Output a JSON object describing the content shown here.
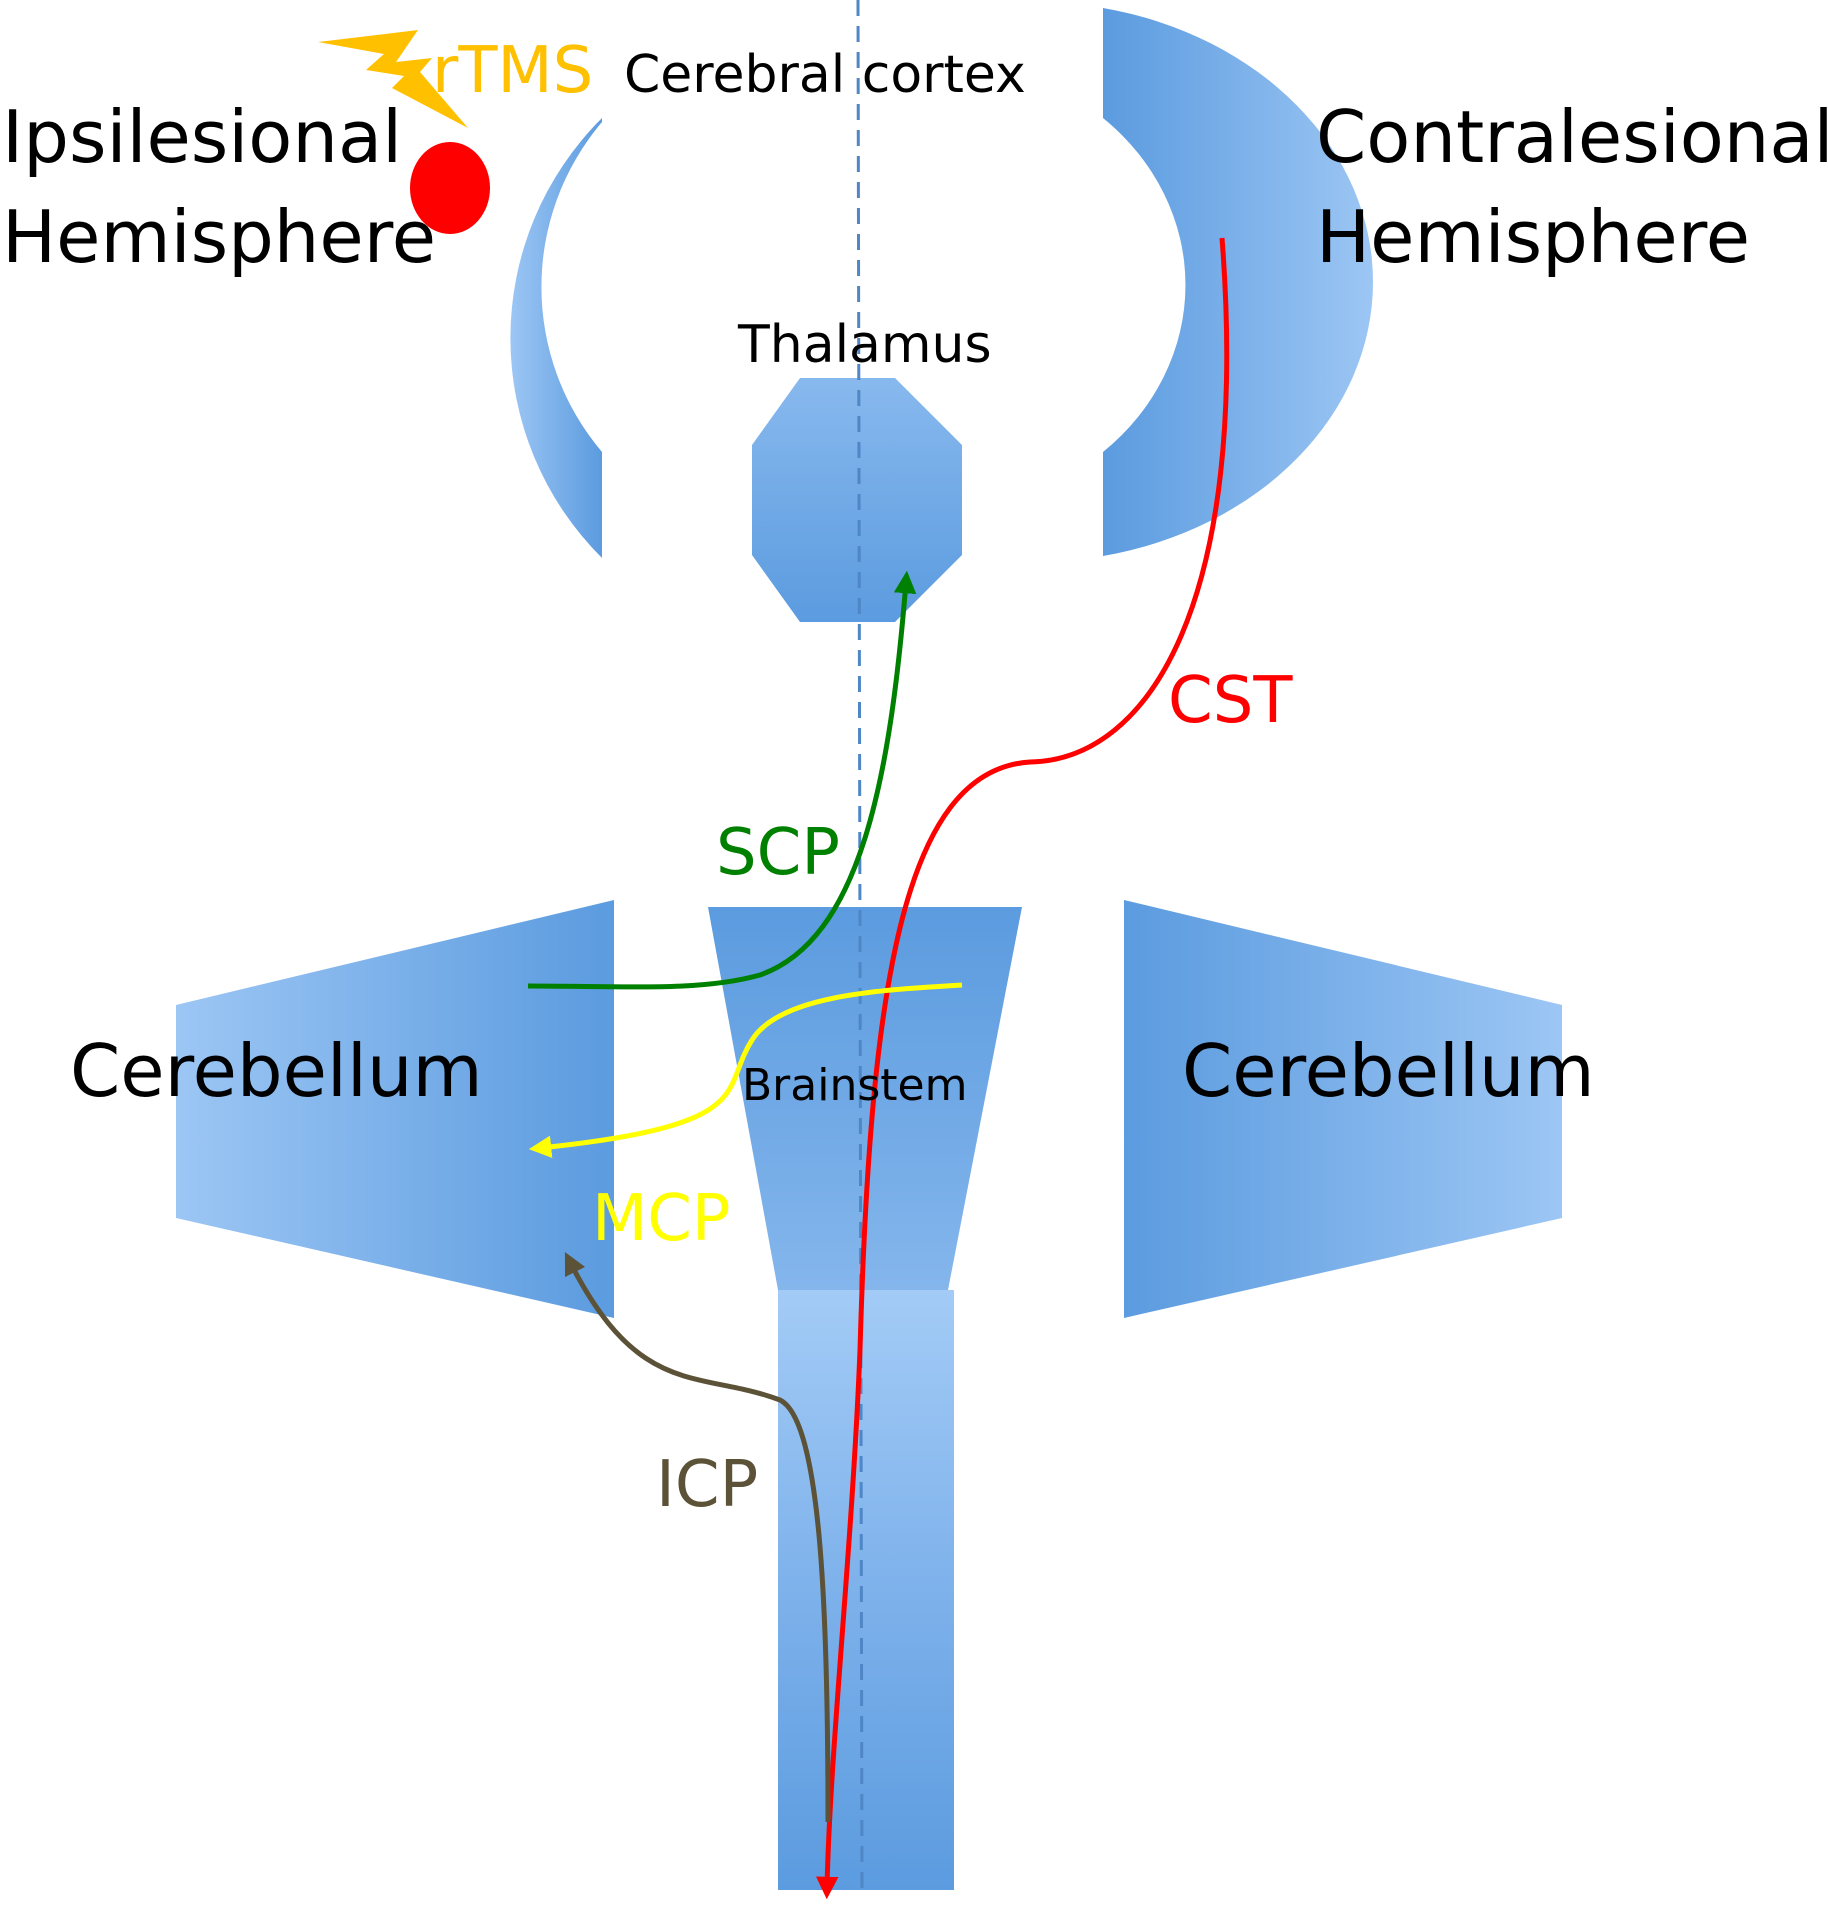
{
  "labels": {
    "ipsilesional_line1": "Ipsilesional",
    "ipsilesional_line2": "Hemisphere",
    "contralesional_line1": "Contralesional",
    "contralesional_line2": "Hemisphere",
    "rtms": "rTMS",
    "cerebral_cortex": "Cerebral cortex",
    "thalamus": "Thalamus",
    "cerebellum_left": "Cerebellum",
    "cerebellum_right": "Cerebellum",
    "brainstem": "Brainstem",
    "cst": "CST",
    "scp": "SCP",
    "mcp": "MCP",
    "icp": "ICP"
  },
  "colors": {
    "structure": "#5b9bdf",
    "structure_light": "#9cc6f4",
    "midline": "#4f86c6",
    "lesion": "#ff0000",
    "rtms": "#ffc000",
    "cst": "#ff0000",
    "scp": "#008000",
    "mcp": "#ffff00",
    "icp": "#5c5238",
    "text": "#000000"
  },
  "icons": {
    "rtms": "lightning-bolt-icon",
    "lesion": "lesion-dot-icon"
  }
}
